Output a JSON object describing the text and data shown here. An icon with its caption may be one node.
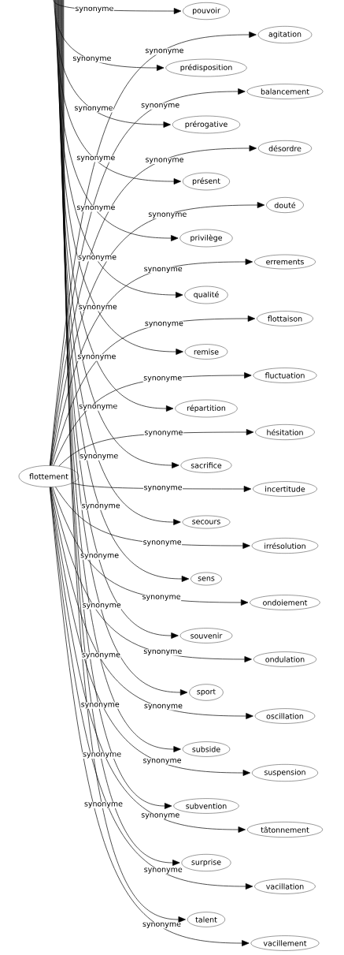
{
  "diagram": {
    "nodes": [
      {
        "text": [
          "flottement"
        ]
      },
      {
        "text": [
          "pouvoir"
        ]
      },
      {
        "text": [
          "agitation"
        ]
      },
      {
        "text": [
          "prédisposition"
        ]
      },
      {
        "text": [
          "balancement"
        ]
      },
      {
        "text": [
          "prérogative"
        ]
      },
      {
        "text": [
          "désordre"
        ]
      },
      {
        "text": [
          "présent"
        ]
      },
      {
        "text": [
          "douté"
        ]
      },
      {
        "text": [
          "privilège"
        ]
      },
      {
        "text": [
          "errements"
        ]
      },
      {
        "text": [
          "qualité"
        ]
      },
      {
        "text": [
          "flottaison"
        ]
      },
      {
        "text": [
          "remise"
        ]
      },
      {
        "text": [
          "fluctuation"
        ]
      },
      {
        "text": [
          "répartition"
        ]
      },
      {
        "text": [
          "hésitation"
        ]
      },
      {
        "text": [
          "sacrifice"
        ]
      },
      {
        "text": [
          "incertitude"
        ]
      },
      {
        "text": [
          "secours"
        ]
      },
      {
        "text": [
          "irrésolution"
        ]
      },
      {
        "text": [
          "sens"
        ]
      },
      {
        "text": [
          "ondoiement"
        ]
      },
      {
        "text": [
          "souvenir"
        ]
      },
      {
        "text": [
          "ondulation"
        ]
      },
      {
        "text": [
          "sport"
        ]
      },
      {
        "text": [
          "oscillation"
        ]
      },
      {
        "text": [
          "subside"
        ]
      },
      {
        "text": [
          "suspension"
        ]
      },
      {
        "text": [
          "subvention"
        ]
      },
      {
        "text": [
          "tâtonnement"
        ]
      },
      {
        "text": [
          "surprise"
        ]
      },
      {
        "text": [
          "vacillation"
        ]
      },
      {
        "text": [
          "talent"
        ]
      },
      {
        "text": [
          "vacillement"
        ]
      }
    ],
    "edges": [
      {
        "from": null,
        "to": 1,
        "arrow": "to",
        "label": "synonyme"
      },
      {
        "from": 0,
        "to": 2,
        "arrow": "to",
        "label": "synonyme"
      },
      {
        "from": null,
        "to": 3,
        "arrow": "to",
        "label": "synonyme"
      },
      {
        "from": 0,
        "to": 4,
        "arrow": "to",
        "label": "synonyme"
      },
      {
        "from": null,
        "to": 5,
        "arrow": "to",
        "label": "synonyme"
      },
      {
        "from": 0,
        "to": 6,
        "arrow": "to",
        "label": "synonyme"
      },
      {
        "from": null,
        "to": 7,
        "arrow": "to",
        "label": "synonyme"
      },
      {
        "from": 0,
        "to": 8,
        "arrow": "to",
        "label": "synonyme"
      },
      {
        "from": null,
        "to": 9,
        "arrow": "to",
        "label": "synonyme"
      },
      {
        "from": 0,
        "to": 10,
        "arrow": "to",
        "label": "synonyme"
      },
      {
        "from": null,
        "to": 11,
        "arrow": "to",
        "label": "synonyme"
      },
      {
        "from": 0,
        "to": 12,
        "arrow": "to",
        "label": "synonyme"
      },
      {
        "from": null,
        "to": 13,
        "arrow": "to",
        "label": "synonyme"
      },
      {
        "from": 0,
        "to": 14,
        "arrow": "to",
        "label": "synonyme"
      },
      {
        "from": null,
        "to": 15,
        "arrow": "to",
        "label": "synonyme"
      },
      {
        "from": 0,
        "to": 16,
        "arrow": "to",
        "label": "synonyme"
      },
      {
        "from": null,
        "to": 17,
        "arrow": "to",
        "label": "synonyme"
      },
      {
        "from": 0,
        "to": 18,
        "arrow": "to",
        "label": "synonyme"
      },
      {
        "from": null,
        "to": 19,
        "arrow": "to",
        "label": "synonyme"
      },
      {
        "from": 0,
        "to": 20,
        "arrow": "to",
        "label": "synonyme"
      },
      {
        "from": null,
        "to": 21,
        "arrow": "to",
        "label": "synonyme"
      },
      {
        "from": 0,
        "to": 22,
        "arrow": "to",
        "label": "synonyme"
      },
      {
        "from": null,
        "to": 23,
        "arrow": "to",
        "label": "synonyme"
      },
      {
        "from": 0,
        "to": 24,
        "arrow": "to",
        "label": "synonyme"
      },
      {
        "from": null,
        "to": 25,
        "arrow": "to",
        "label": "synonyme"
      },
      {
        "from": 0,
        "to": 26,
        "arrow": "to",
        "label": "synonyme"
      },
      {
        "from": null,
        "to": 27,
        "arrow": "to",
        "label": "synonyme"
      },
      {
        "from": 0,
        "to": 28,
        "arrow": "to",
        "label": "synonyme"
      },
      {
        "from": null,
        "to": 29,
        "arrow": "to",
        "label": "synonyme"
      },
      {
        "from": 0,
        "to": 30,
        "arrow": "to",
        "label": "synonyme"
      },
      {
        "from": null,
        "to": 31,
        "arrow": "to",
        "label": "synonyme"
      },
      {
        "from": 0,
        "to": 32,
        "arrow": "to",
        "label": "synonyme"
      },
      {
        "from": null,
        "to": 33,
        "arrow": "to",
        "label": "synonyme"
      },
      {
        "from": 0,
        "to": 34,
        "arrow": "to",
        "label": "synonyme"
      }
    ]
  }
}
